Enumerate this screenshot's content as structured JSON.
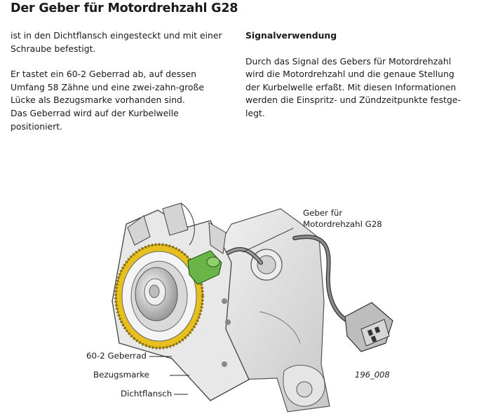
{
  "document": {
    "title": "Der Geber für Motordrehzahl G28",
    "left_column": {
      "p1_lines": [
        "ist in den Dichtflansch eingesteckt und mit einer",
        "Schraube befestigt."
      ],
      "p2_lines": [
        "Er tastet ein 60-2 Geberrad ab, auf dessen",
        "Umfang 58 Zähne und eine zwei-zahn-große",
        "Lücke als Bezugsmarke vorhanden sind.",
        "Das Geberrad wird auf der Kurbelwelle",
        "positioniert."
      ]
    },
    "right_column": {
      "heading": "Signalverwendung",
      "p_lines": [
        "Durch das Signal des Gebers für Motordrehzahl",
        "wird die Motordrehzahl und die genaue Stellung",
        "der Kurbelwelle erfaßt. Mit diesen Informationen",
        "werden die Einspritz- und Zündzeitpunkte festge-",
        "legt."
      ]
    }
  },
  "figure": {
    "labels": {
      "sensor_line1": "Geber für",
      "sensor_line2": "Motordrehzahl G28",
      "wheel": "60-2 Geberrad",
      "reference_mark": "Bezugsmarke",
      "flange": "Dichtflansch",
      "figure_id": "196_008"
    },
    "colors": {
      "gear_ring": "#e7c020",
      "sensor": "#6ab547",
      "housing": "#d9d9d9"
    }
  }
}
